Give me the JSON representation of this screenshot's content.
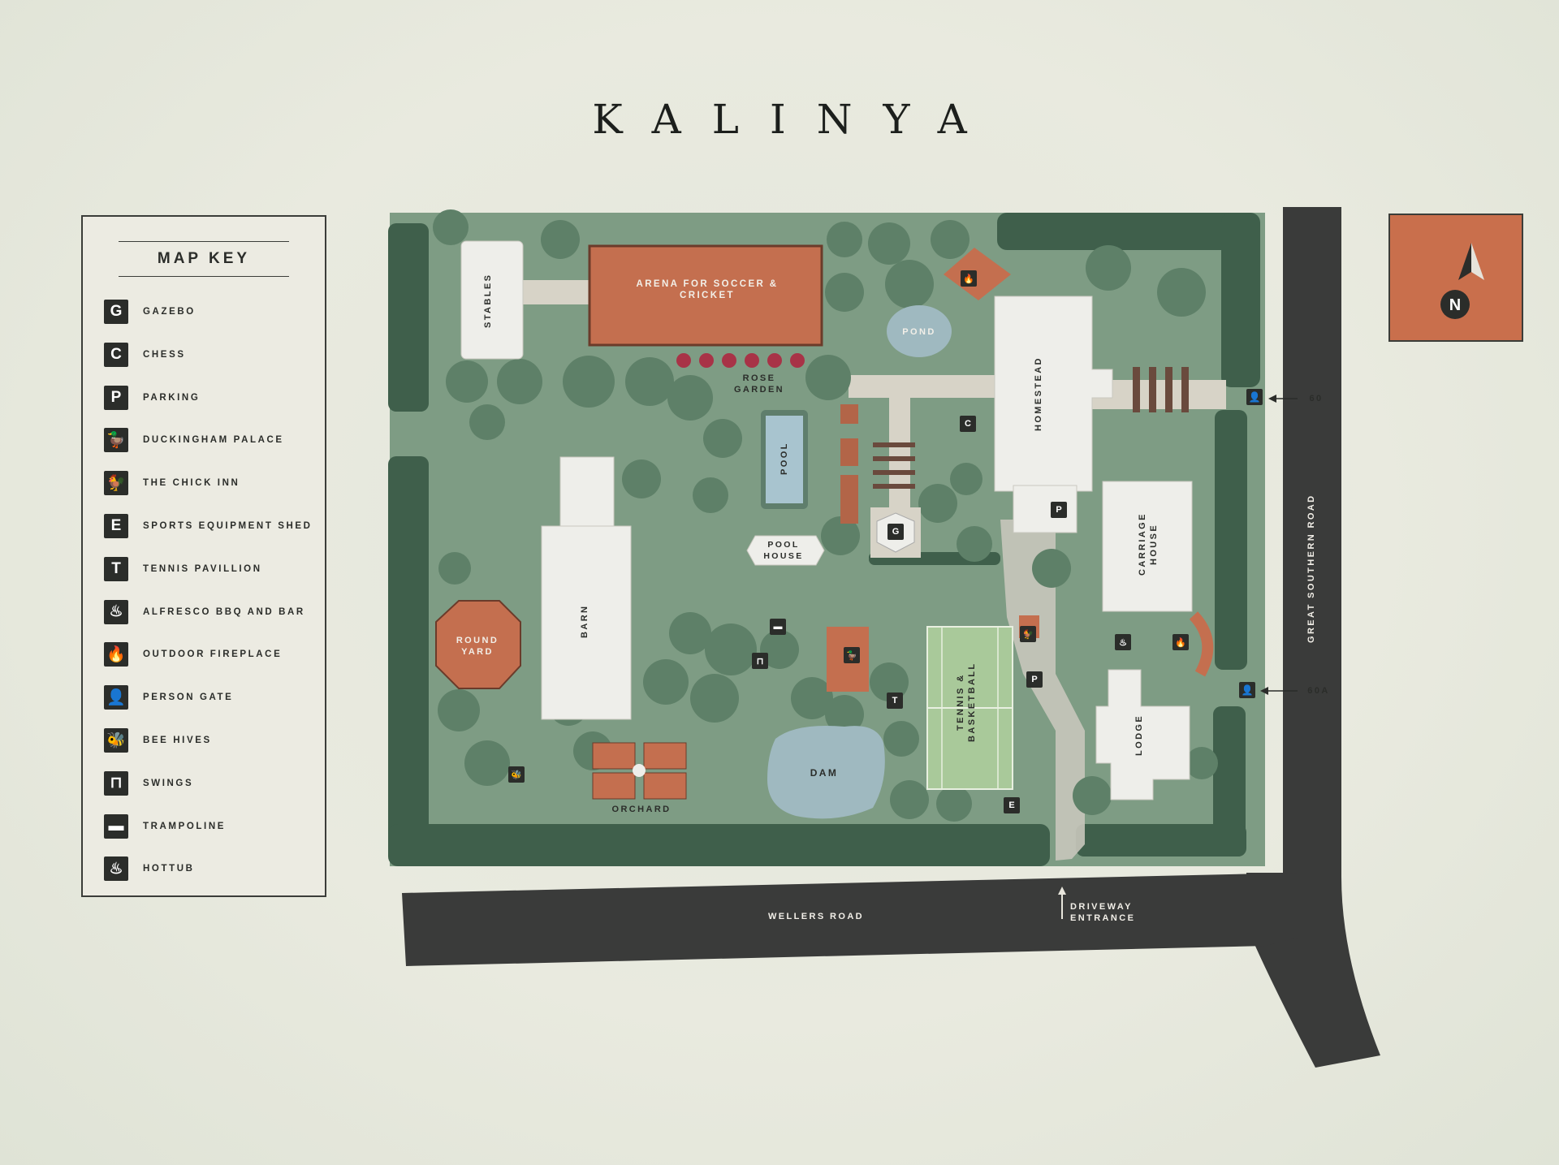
{
  "title": "KALINYA",
  "map_key": {
    "heading": "MAP KEY",
    "items": [
      {
        "glyph": "G",
        "label": "GAZEBO",
        "icon": "gazebo-icon"
      },
      {
        "glyph": "C",
        "label": "CHESS",
        "icon": "chess-icon"
      },
      {
        "glyph": "P",
        "label": "PARKING",
        "icon": "parking-icon"
      },
      {
        "glyph": "🦆",
        "label": "DUCKINGHAM PALACE",
        "icon": "duck-icon"
      },
      {
        "glyph": "🐓",
        "label": "THE CHICK INN",
        "icon": "chicken-icon"
      },
      {
        "glyph": "E",
        "label": "SPORTS EQUIPMENT SHED",
        "icon": "equipment-shed-icon"
      },
      {
        "glyph": "T",
        "label": "TENNIS PAVILLION",
        "icon": "tennis-pavillion-icon"
      },
      {
        "glyph": "♨",
        "label": "ALFRESCO BBQ AND BAR",
        "icon": "bbq-icon"
      },
      {
        "glyph": "🔥",
        "label": "OUTDOOR FIREPLACE",
        "icon": "fireplace-icon"
      },
      {
        "glyph": "👤",
        "label": "PERSON GATE",
        "icon": "person-gate-icon"
      },
      {
        "glyph": "🐝",
        "label": "BEE HIVES",
        "icon": "bee-hives-icon"
      },
      {
        "glyph": "⊓",
        "label": "SWINGS",
        "icon": "swings-icon"
      },
      {
        "glyph": "▬",
        "label": "TRAMPOLINE",
        "icon": "trampoline-icon"
      },
      {
        "glyph": "♨",
        "label": "HOTTUB",
        "icon": "hottub-icon"
      }
    ]
  },
  "compass": {
    "letter": "N"
  },
  "labels": {
    "arena": "ARENA FOR SOCCER & CRICKET",
    "stables": "STABLES",
    "pond": "POND",
    "rose_garden": "ROSE GARDEN",
    "homestead": "HOMESTEAD",
    "pool": "POOL",
    "pool_house": "POOL HOUSE",
    "barn": "BARN",
    "round_yard": "ROUND YARD",
    "carriage_house": "CARRIAGE HOUSE",
    "tennis": "TENNIS & BASKETBALL",
    "lodge": "LODGE",
    "dam": "DAM",
    "orchard": "ORCHARD",
    "wellers_road": "WELLERS ROAD",
    "driveway": "DRIVEWAY ENTRANCE",
    "great_southern_road": "GREAT SOUTHERN ROAD",
    "gate_60": "60",
    "gate_60a": "60A"
  },
  "markers": {
    "gazebo": "G",
    "chess": "C",
    "parking": "P",
    "tennis_pavillion": "T",
    "equipment": "E"
  },
  "colors": {
    "lawn": "#7e9c84",
    "hedge": "#3f5f4b",
    "road": "#3a3b3a",
    "clay": "#c46f4f",
    "building": "#eeeeea",
    "water": "#9fb9c0"
  }
}
